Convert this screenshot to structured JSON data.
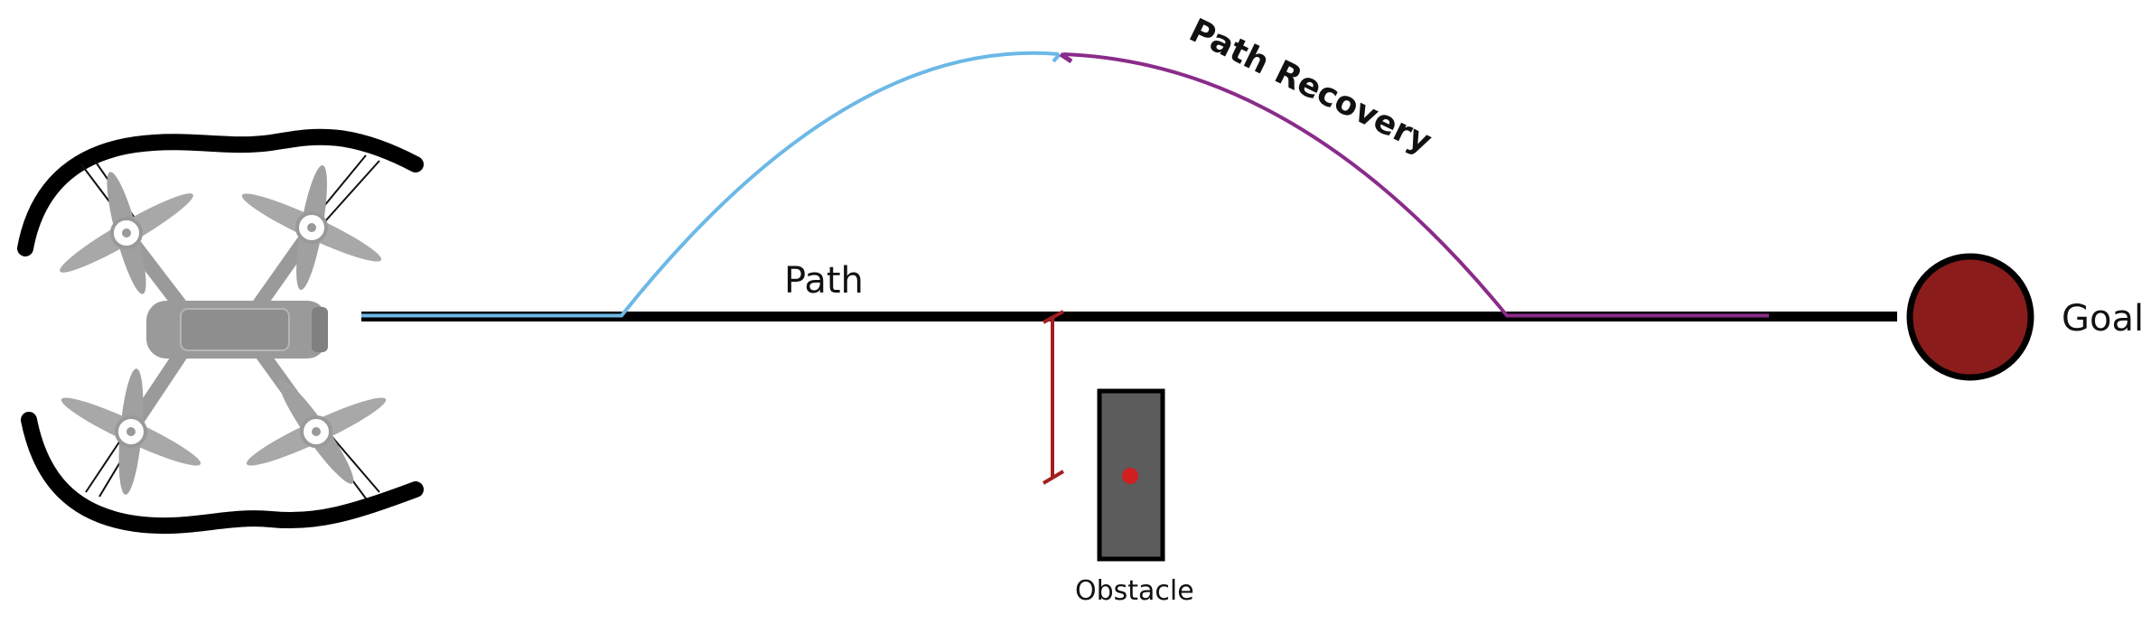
{
  "labels": {
    "path": "Path",
    "path_recovery": "Path Recovery",
    "goal": "Goal",
    "obstacle": "Obstacle"
  },
  "icons": {
    "robot": "quadcopter-drone-icon",
    "goal": "goal-circle",
    "obstacle": "obstacle-block"
  },
  "colors": {
    "path": "#000000",
    "outbound_trajectory": "#6cb8e6",
    "return_trajectory": "#8a2c8a",
    "goal_fill": "#8b1c1c",
    "obstacle_fill": "#5c5c5c",
    "obstacle_marker": "#d11f1f",
    "distance_marker": "#a31f1f",
    "drone_body": "#9a9a9a",
    "drone_guard": "#000000"
  }
}
